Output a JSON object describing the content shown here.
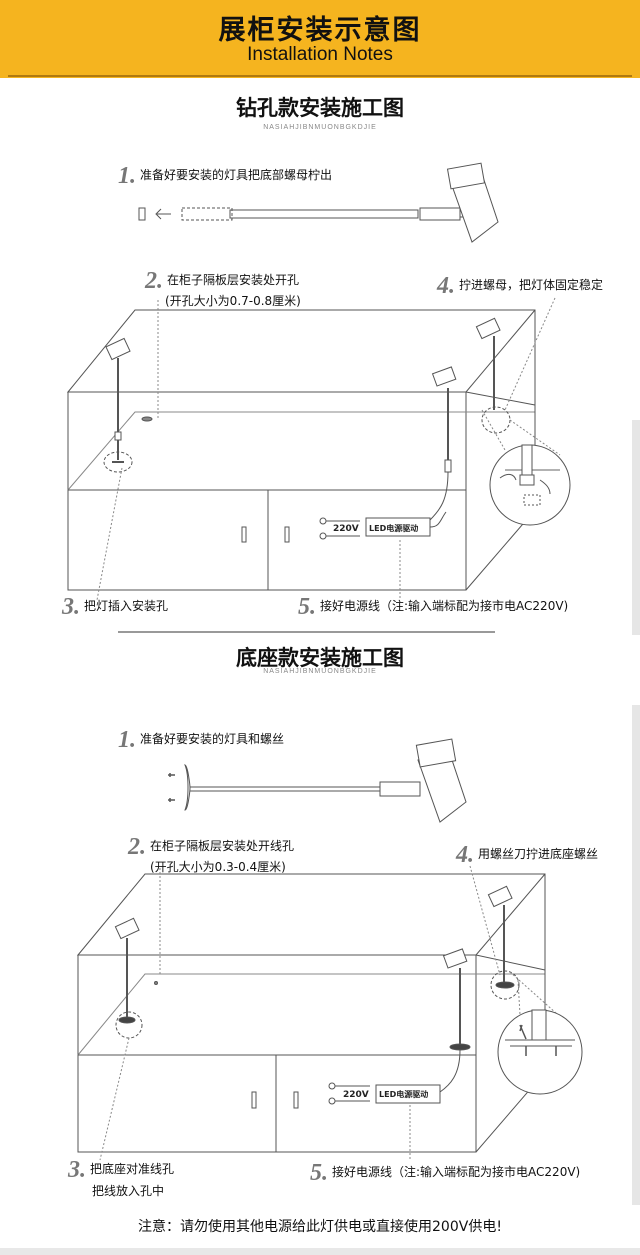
{
  "header": {
    "title_zh": "展柜安装示意图",
    "title_en": "Installation   Notes"
  },
  "section1": {
    "title": "钻孔款安装施工图",
    "subtitle": "NASIAHJIBNMUONBGKDJIE",
    "steps": [
      {
        "num": "1.",
        "text": "准备好要安装的灯具把底部螺母柠出"
      },
      {
        "num": "2.",
        "text": "在柜子隔板层安装处开孔",
        "text2": "(开孔大小为0.7-0.8厘米)"
      },
      {
        "num": "3.",
        "text": "把灯插入安装孔"
      },
      {
        "num": "4.",
        "text": "拧进螺母，把灯体固定稳定"
      },
      {
        "num": "5.",
        "text": "接好电源线（注:输入端标配为接市电AC220V)"
      }
    ],
    "voltage": "220V",
    "driver": "LED电源驱动"
  },
  "section2": {
    "title": "底座款安装施工图",
    "subtitle": "NASIAHJIBNMUONBGKDJIE",
    "steps": [
      {
        "num": "1.",
        "text": "准备好要安装的灯具和螺丝"
      },
      {
        "num": "2.",
        "text": "在柜子隔板层安装处开线孔",
        "text2": "(开孔大小为0.3-0.4厘米)"
      },
      {
        "num": "3.",
        "text": "把底座对准线孔",
        "text2": "把线放入孔中"
      },
      {
        "num": "4.",
        "text": "用螺丝刀拧进底座螺丝"
      },
      {
        "num": "5.",
        "text": "接好电源线（注:输入端标配为接市电AC220V)"
      }
    ],
    "voltage": "220V",
    "driver": "LED电源驱动"
  },
  "warning": "注意：请勿使用其他电源给此灯供电或直接使用200V供电!",
  "colors": {
    "header": "#f5b41f",
    "line": "#555555",
    "step_num": "#777777"
  },
  "icons": [
    "spotlight-icon",
    "cabinet-drawing",
    "power-driver-box",
    "nut-icon",
    "screw-icon"
  ]
}
